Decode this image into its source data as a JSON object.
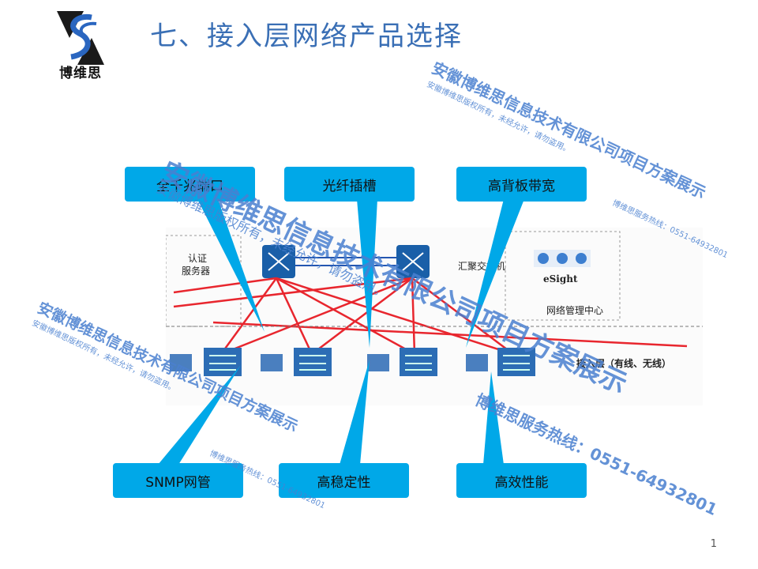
{
  "slide": {
    "logo_text": "博维思",
    "title": "七、接入层网络产品选择",
    "page_number": "1"
  },
  "callouts": {
    "top_left": "全千兆端口",
    "top_middle": "光纤插槽",
    "top_right": "高背板带宽",
    "bottom_left": "SNMP网管",
    "bottom_middle": "高稳定性",
    "bottom_right": "高效性能"
  },
  "diagram": {
    "auth_server_label_1": "认证",
    "auth_server_label_2": "服务器",
    "aggregation_label": "汇聚交换机",
    "esight_label": "eSight",
    "nms_label": "网络管理中心",
    "access_layer_label": "接入层（有线、无线）"
  },
  "watermarks": {
    "company": "安徽博维思信息技术有限公司项目方案展示",
    "copyright": "安徽博维思版权所有，未经允许，请勿盗用。",
    "hotline": "博维思服务热线：0551-64932801"
  },
  "colors": {
    "title": "#3a6fb5",
    "callout": "#00a8e8",
    "link": "#e8262e",
    "watermark": "#4a80d0"
  }
}
